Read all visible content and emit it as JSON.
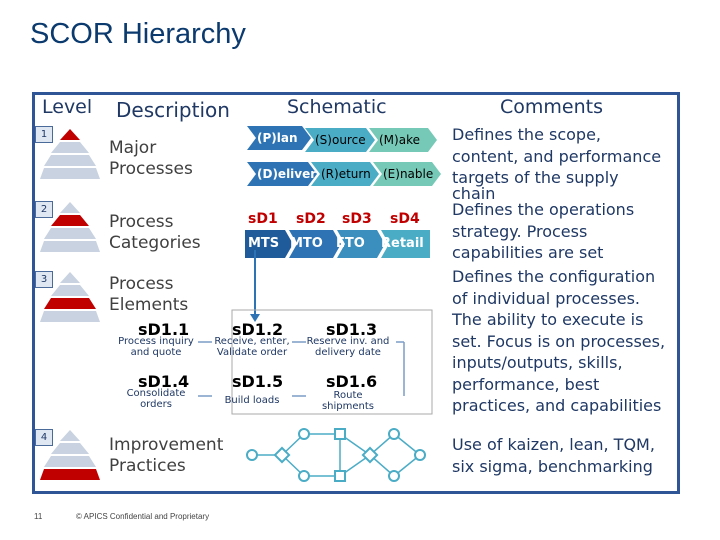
{
  "title": "SCOR Hierarchy",
  "headers": {
    "level": "Level",
    "description": "Description",
    "schematic": "Schematic",
    "comments": "Comments"
  },
  "rows": [
    {
      "level": "1",
      "description": [
        "Major",
        "Processes"
      ],
      "comment": [
        "Defines the scope,",
        "content, and performance",
        "targets of the supply",
        "chain"
      ]
    },
    {
      "level": "2",
      "description": [
        "Process",
        "Categories"
      ],
      "comment": [
        "Defines the operations",
        "strategy. Process",
        "capabilities are set"
      ]
    },
    {
      "level": "3",
      "description": [
        "Process",
        "Elements"
      ],
      "comment": [
        "Defines the configuration",
        "of individual processes.",
        "The ability to execute is",
        "set. Focus is on processes,",
        "inputs/outputs, skills,",
        "performance, best",
        "practices, and capabilities"
      ]
    },
    {
      "level": "4",
      "description": [
        "Improvement",
        "Practices"
      ],
      "comment": [
        "Use of kaizen, lean, TQM,",
        "six sigma, benchmarking"
      ]
    }
  ],
  "schematic": {
    "processes_row1": [
      "(P)lan",
      "(S)ource",
      "(M)ake"
    ],
    "processes_row2": [
      "(D)eliver",
      "(R)eturn",
      "(E)nable"
    ],
    "process_colors": [
      "#2e74b5",
      "#4bacc6",
      "#76c9b7"
    ],
    "categories_top": [
      "sD1",
      "sD2",
      "sD3",
      "sD4"
    ],
    "categories_bottom": [
      "MTS",
      "MTO",
      "ETO",
      "Retail"
    ],
    "elements": [
      {
        "code": "sD1.1",
        "label": [
          "Process inquiry",
          "and quote"
        ]
      },
      {
        "code": "sD1.2",
        "label": [
          "Receive, enter,",
          "Validate order"
        ]
      },
      {
        "code": "sD1.3",
        "label": [
          "Reserve inv. and",
          "delivery date"
        ]
      },
      {
        "code": "sD1.4",
        "label": [
          "Consolidate",
          "orders"
        ]
      },
      {
        "code": "sD1.5",
        "label": [
          "Build loads"
        ]
      },
      {
        "code": "sD1.6",
        "label": [
          "Route",
          "shipments"
        ]
      }
    ]
  },
  "footer": {
    "page_number": "11",
    "copyright": "© APICS Confidential and Proprietary"
  }
}
